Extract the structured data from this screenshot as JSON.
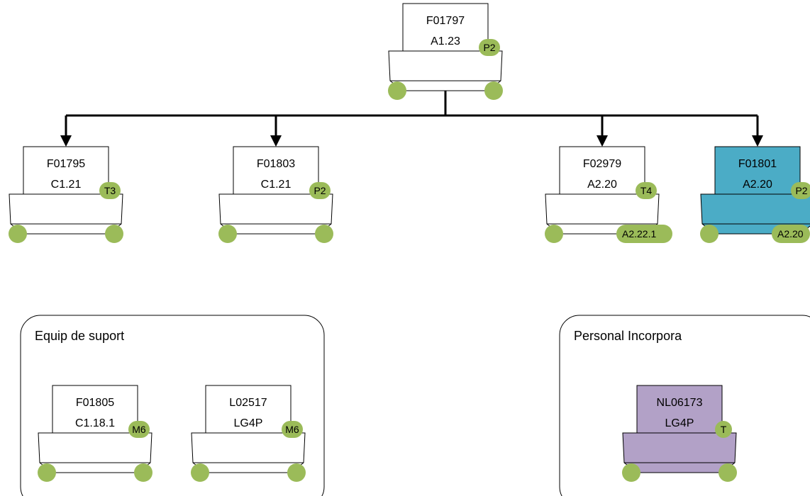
{
  "colors": {
    "badge": "#9bbb59",
    "accent_blue": "#4bacc6",
    "accent_purple": "#b2a1c7",
    "line": "#000000",
    "box": "#ffffff"
  },
  "nodes": [
    {
      "id": "root",
      "code": "F01797",
      "level": "A1.23",
      "badge": "P2",
      "fill": "#ffffff",
      "bottom_right": ""
    },
    {
      "id": "n1",
      "code": "F01795",
      "level": "C1.21",
      "badge": "T3",
      "fill": "#ffffff",
      "bottom_right": ""
    },
    {
      "id": "n2",
      "code": "F01803",
      "level": "C1.21",
      "badge": "P2",
      "fill": "#ffffff",
      "bottom_right": ""
    },
    {
      "id": "n3",
      "code": "F02979",
      "level": "A2.20",
      "badge": "T4",
      "fill": "#ffffff",
      "bottom_right": "A2.22.1"
    },
    {
      "id": "n4",
      "code": "F01801",
      "level": "A2.20",
      "badge": "P2",
      "fill": "#4bacc6",
      "bottom_right": "A2.20"
    },
    {
      "id": "s1",
      "code": "F01805",
      "level": "C1.18.1",
      "badge": "M6",
      "fill": "#ffffff",
      "bottom_right": ""
    },
    {
      "id": "s2",
      "code": "L02517",
      "level": "LG4P",
      "badge": "M6",
      "fill": "#ffffff",
      "bottom_right": ""
    },
    {
      "id": "p1",
      "code": "NL06173",
      "level": "LG4P",
      "badge": "T",
      "fill": "#b2a1c7",
      "bottom_right": ""
    }
  ],
  "groups": [
    {
      "id": "support",
      "title": "Equip de suport"
    },
    {
      "id": "incorp",
      "title": "Personal Incorpora"
    }
  ]
}
